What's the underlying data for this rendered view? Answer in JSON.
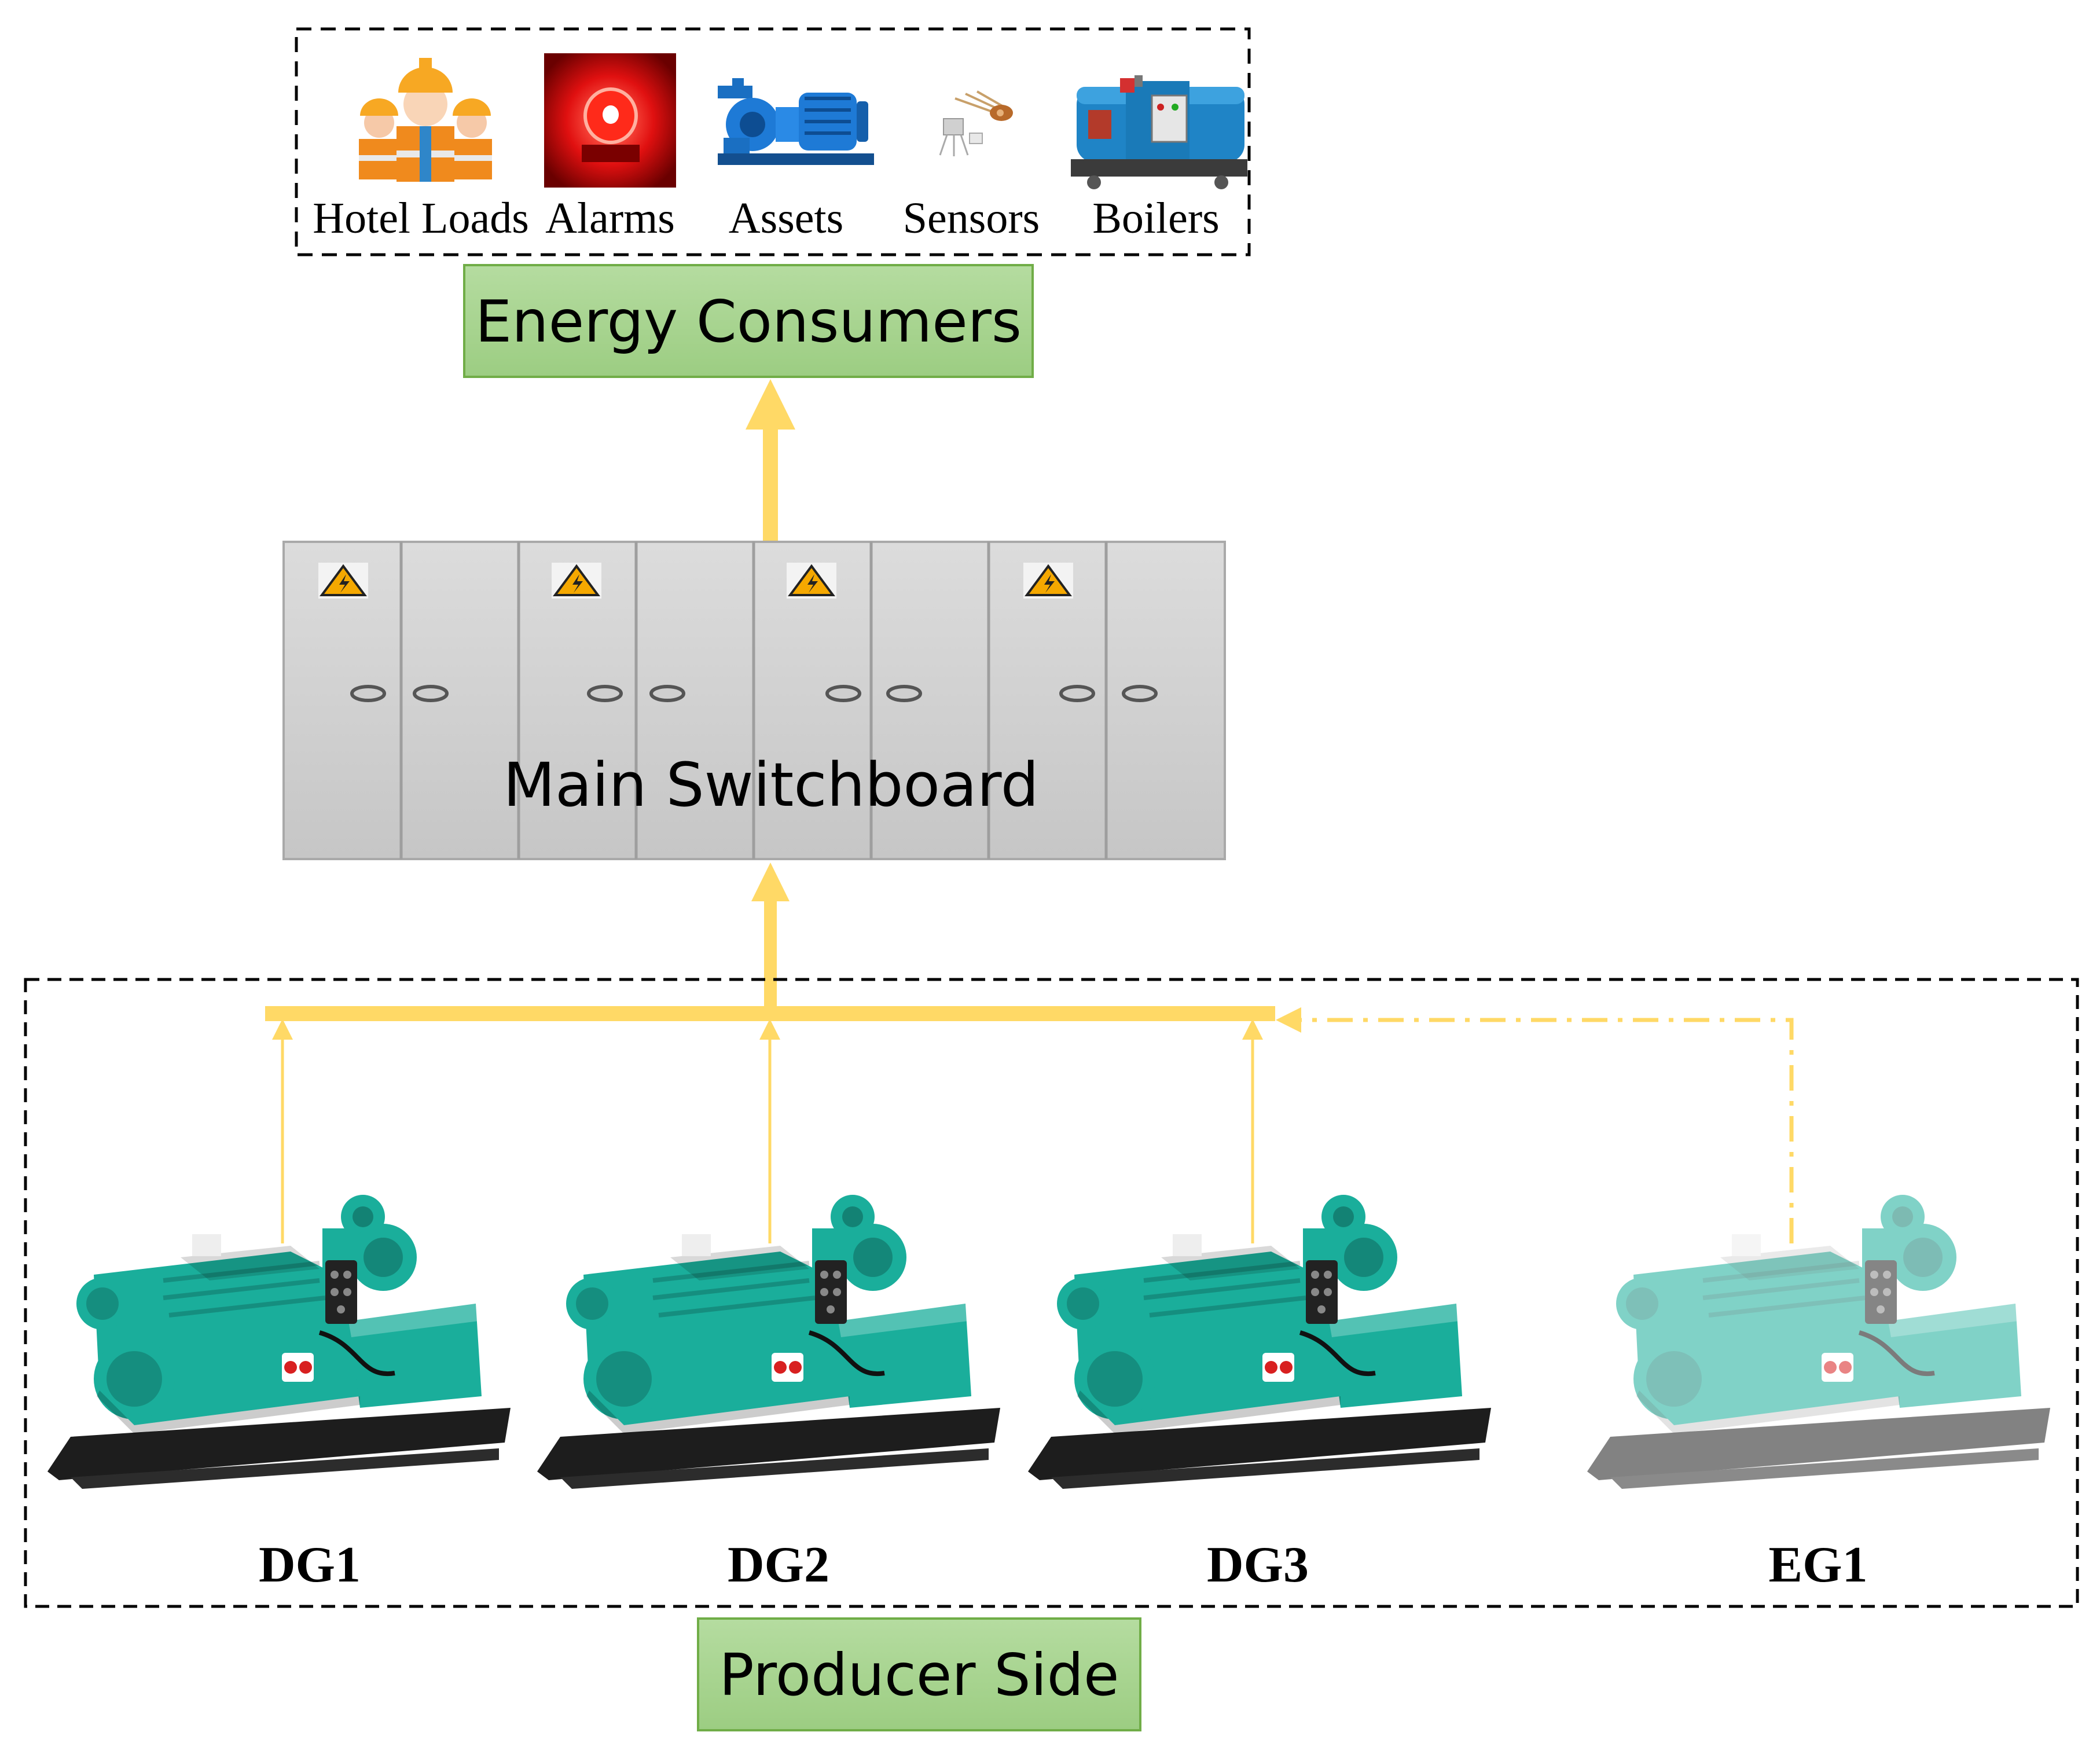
{
  "consumers": {
    "items": [
      {
        "label": "Hotel Loads",
        "icon": "workers-icon"
      },
      {
        "label": "Alarms",
        "icon": "alarm-light-icon"
      },
      {
        "label": "Assets",
        "icon": "pump-icon"
      },
      {
        "label": "Sensors",
        "icon": "sensor-icon"
      },
      {
        "label": "Boilers",
        "icon": "boiler-icon"
      }
    ],
    "box_label": "Energy Consumers"
  },
  "switchboard": {
    "label": "Main Switchboard",
    "panel_count": 8,
    "warning_icon": "high-voltage-warning-icon"
  },
  "producers": {
    "box_label": "Producer Side",
    "generators": [
      {
        "label": "DG1",
        "kind": "diesel",
        "icon": "generator-icon"
      },
      {
        "label": "DG2",
        "kind": "diesel",
        "icon": "generator-icon"
      },
      {
        "label": "DG3",
        "kind": "diesel",
        "icon": "generator-icon"
      },
      {
        "label": "EG1",
        "kind": "emergency",
        "icon": "generator-icon"
      }
    ]
  },
  "colors": {
    "power_flow": "#FFD966",
    "label_box_fill": "#A9D18E",
    "label_box_border": "#70AD47",
    "generator": "#1AAE9B",
    "switchboard": "#D0D0D0",
    "warning": "#F5A800"
  }
}
